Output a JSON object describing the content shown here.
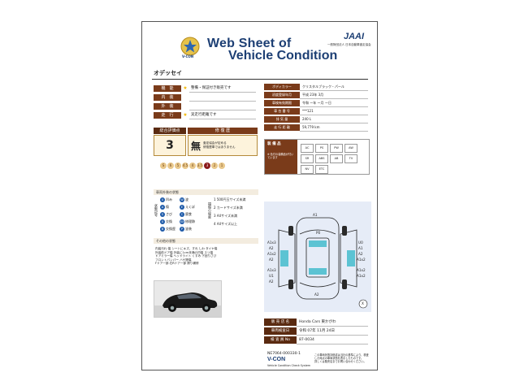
{
  "header": {
    "logo_text": "V-CON",
    "title_line1": "Web Sheet of",
    "title_line2": "Vehicle Condition",
    "org": "JAAI",
    "org_sub": "一般財団法人 日本自動車査定協会"
  },
  "car_name": "オデッセイ",
  "checks": [
    {
      "label": "機　能",
      "star": true,
      "value": "整備・保証付き販売です"
    },
    {
      "label": "内　装",
      "star": false,
      "value": ""
    },
    {
      "label": "外　装",
      "star": false,
      "value": ""
    },
    {
      "label": "走　行",
      "star": true,
      "value": "実走行距離です"
    }
  ],
  "specs": [
    {
      "label": "ボディカラー",
      "value": "クリスタルブラック・パール"
    },
    {
      "label": "初度登録年月",
      "value": "平成 23年 3月"
    },
    {
      "label": "車検有効期限",
      "value": "令和 ー年 ー月 ー日"
    },
    {
      "label": "車 台 番 号",
      "value": "***121"
    },
    {
      "label": "排 気 量",
      "value": "240 L"
    },
    {
      "label": "走 行 距 離",
      "value": "59,779 km"
    }
  ],
  "evaluation": {
    "score_label": "総合評価点",
    "repair_label": "修 復 歴",
    "score": "3",
    "repair": "無",
    "repair_note1": "査定協会が定める",
    "repair_note2": "修復歴車ではありません"
  },
  "scale": [
    "S",
    "6",
    "5",
    "4.5",
    "4",
    "3.5",
    "3",
    "2",
    "1"
  ],
  "scale_active": "3",
  "equipment": {
    "head": "装 備 品",
    "note": "※ 色付の装備品が付いています",
    "items": [
      "AC",
      "PS",
      "PW",
      "AW",
      "SR",
      "ABS",
      "AB",
      "TV",
      "NV",
      "ETC"
    ]
  },
  "vehicle_state": {
    "head": "車両外装の状態",
    "group1_label": "状態記号",
    "group2_label": "損傷の程度",
    "items": [
      {
        "code": "U",
        "text": "凹み"
      },
      {
        "code": "W",
        "text": "波"
      },
      {
        "code": "A",
        "text": "傷"
      },
      {
        "code": "E",
        "text": "えくぼ"
      },
      {
        "code": "S",
        "text": "さび"
      },
      {
        "code": "C",
        "text": "腐食"
      },
      {
        "code": "X",
        "text": "交換"
      },
      {
        "code": "XX",
        "text": "修理跡"
      },
      {
        "code": "B",
        "text": "交換歴"
      },
      {
        "code": "P",
        "text": "塗装"
      }
    ],
    "sizes": [
      "1 500円玉サイズ未満",
      "2 カードサイズ未満",
      "3 A4サイズ未満",
      "4 A4サイズ以上"
    ]
  },
  "other": {
    "head": "その他の状態",
    "lines": [
      "内装汚れ 傷 シートにキズ、すれ しわ タイヤ傷",
      "外装前ドア傷 外装に1cm未満の凹傷 スリ傷",
      "ドアミラー傷 ヘッドライト くすみ 下回りさび",
      "フロントバンパー ハゲ擦傷",
      "Fドア一部 右Rドア一部 擦り補修"
    ]
  },
  "diagram_tags": [
    "A1",
    "P0",
    "A1x3",
    "A2",
    "A1x2",
    "A2",
    "U0",
    "A1",
    "A2",
    "A1x2",
    "A1x3",
    "U1",
    "A2",
    "A1x2",
    "A1x2",
    "A2",
    "X"
  ],
  "dealer": [
    {
      "label": "販 売 店 名",
      "value": "Honda Cars 東かがわ"
    },
    {
      "label": "車両検査日",
      "value": "令和 07年 11月 24日"
    },
    {
      "label": "検 査 員 No",
      "value": "87-0034"
    }
  ],
  "footer": {
    "code": "NE7064-000330-1",
    "brand": "V-CON",
    "system": "Vehicle Condition Check System",
    "disclaimer1": "この車両状態評価書は当社の基準により、検査",
    "disclaimer2": "した時点の車両状態を表示したものです。",
    "disclaimer3": "詳しくは販売店までお問い合わせください。"
  },
  "colors": {
    "accent_brown": "#7a3b1a",
    "title_blue": "#1d3f74",
    "star_gold": "#f2b705",
    "score_red": "#8b1a1a"
  }
}
